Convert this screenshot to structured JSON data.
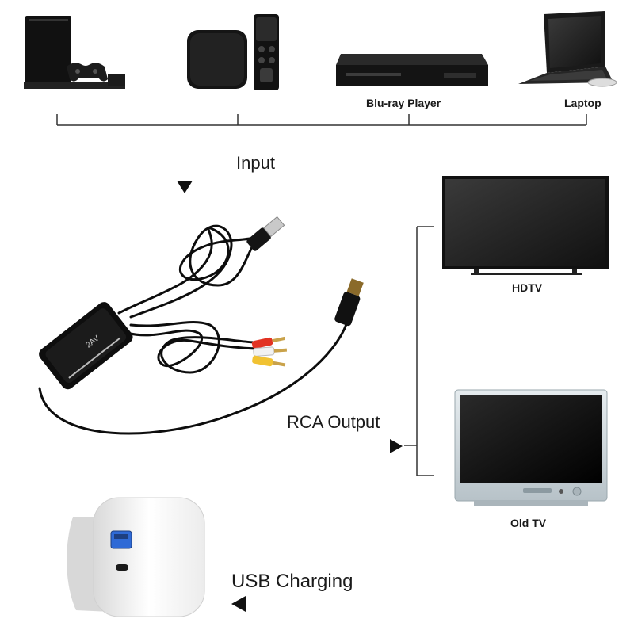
{
  "sources": {
    "game_console": "",
    "streaming_box": "",
    "bluray_label": "Blu-ray Player",
    "laptop_label": "Laptop"
  },
  "input_label": "Input",
  "converter": {
    "face_text": "2AV"
  },
  "outputs": {
    "label": "RCA Output",
    "hdtv_label": "HDTV",
    "oldtv_label": "Old TV"
  },
  "charging": {
    "label": "USB Charging"
  },
  "colors": {
    "cable": "#0d0d0d",
    "rca_red": "#e23222",
    "rca_yellow": "#f1c232",
    "rca_white": "#f2f2f2",
    "tv_screen": "#1e1e1e",
    "old_tv_body": "#cfd7db"
  }
}
